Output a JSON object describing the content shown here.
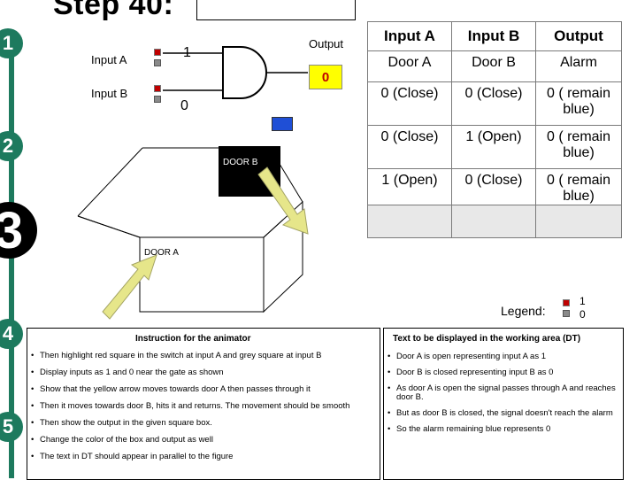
{
  "title": "Step 40:",
  "steps": [
    "1",
    "2",
    "3",
    "4",
    "5"
  ],
  "circuit": {
    "input_a_label": "Input A",
    "input_b_label": "Input B",
    "output_label": "Output",
    "input_a_value": "1",
    "input_b_value": "0",
    "output_value": "0",
    "door_b_label": "DOOR B",
    "door_a_label": "DOOR A"
  },
  "colors": {
    "rail": "#1d7a5e",
    "output_box": "#ffff00",
    "output_text": "#c00000",
    "blue_square": "#1f4fd6",
    "arrow": "#e6e68a"
  },
  "truth_table": {
    "headers": [
      "Input A",
      "Input B",
      "Output"
    ],
    "rows": [
      [
        "Door A",
        "Door B",
        "Alarm"
      ],
      [
        "0 (Close)",
        "0 (Close)",
        "0 ( remain blue)"
      ],
      [
        "0 (Close)",
        "1 (Open)",
        "0 ( remain blue)"
      ],
      [
        "1 (Open)",
        "0 (Close)",
        "0 ( remain blue)"
      ],
      [
        "",
        "",
        ""
      ]
    ]
  },
  "legend": {
    "label": "Legend:",
    "one": "1",
    "zero": "0"
  },
  "animator": {
    "heading": "Instruction for the animator",
    "items": [
      "Then highlight red square in the switch at input A and grey square at input B",
      "Display inputs as 1 and 0 near the gate as shown",
      "Show that the yellow arrow moves towards door A then passes through it",
      "Then it moves towards door B, hits it and returns. The movement should be smooth",
      "Then show the output in the given square box.",
      "Change the color of the box and output as well",
      "The text in DT should appear in parallel to the figure"
    ]
  },
  "working_area": {
    "heading": "Text to be displayed in the working area (DT)",
    "items": [
      "Door A is open representing input A as 1",
      "Door B is closed representing input B as 0",
      "As door A is open the signal passes through A and reaches door B.",
      "But as door B is closed, the signal doesn't reach the alarm",
      "So the alarm remaining blue represents 0"
    ]
  }
}
